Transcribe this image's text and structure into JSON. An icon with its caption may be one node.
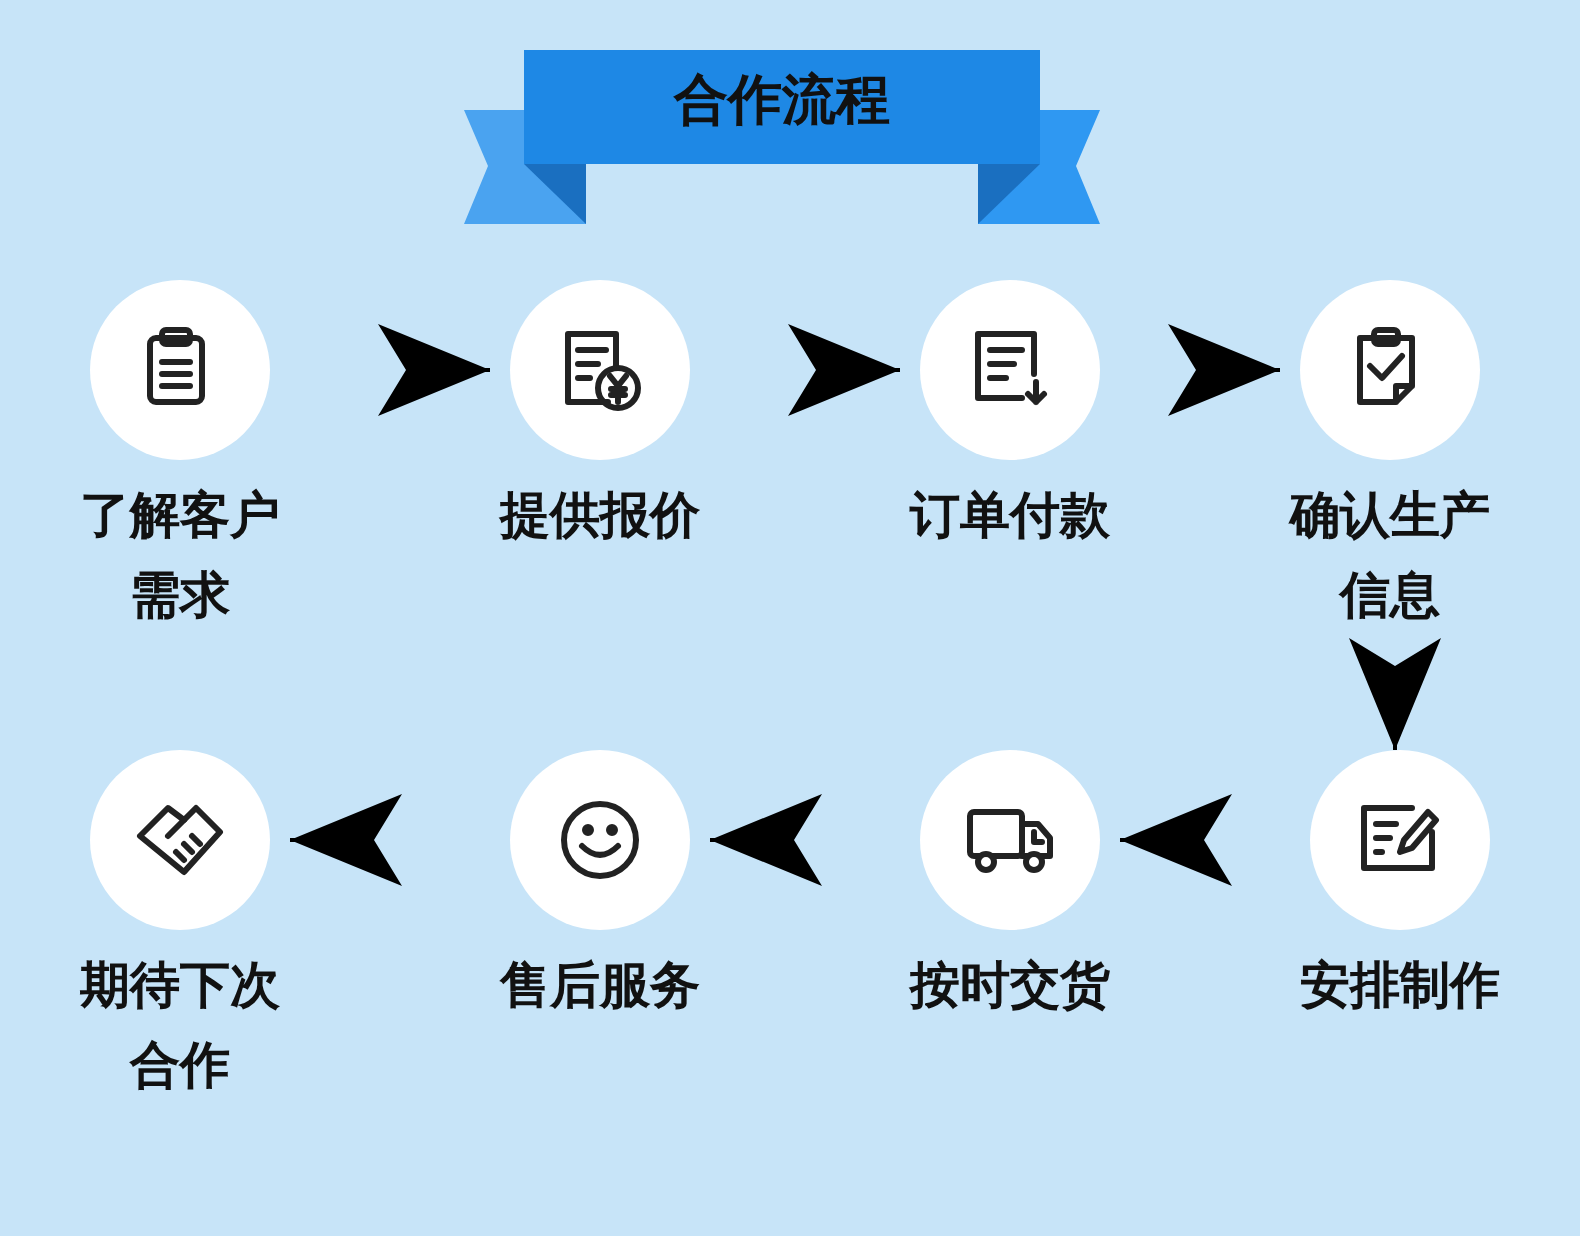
{
  "diagram": {
    "title": "合作流程",
    "nodes": [
      {
        "text": [
          "了解客户需求"
        ]
      },
      {
        "text": [
          "提供报价"
        ]
      },
      {
        "text": [
          "订单付款"
        ]
      },
      {
        "text": [
          "确认生产信息"
        ]
      },
      {
        "text": [
          "安排制作"
        ]
      },
      {
        "text": [
          "按时交货"
        ]
      },
      {
        "text": [
          "售后服务"
        ]
      },
      {
        "text": [
          "期待下次合作"
        ]
      }
    ],
    "edges": [
      {
        "from": 0,
        "to": 1,
        "arrow": "to"
      },
      {
        "from": 1,
        "to": 2,
        "arrow": "to"
      },
      {
        "from": 2,
        "to": 3,
        "arrow": "to"
      },
      {
        "from": 3,
        "to": 4,
        "arrow": "to"
      },
      {
        "from": 4,
        "to": 5,
        "arrow": "to"
      },
      {
        "from": 5,
        "to": 6,
        "arrow": "to"
      },
      {
        "from": 6,
        "to": 7,
        "arrow": "to"
      }
    ]
  }
}
